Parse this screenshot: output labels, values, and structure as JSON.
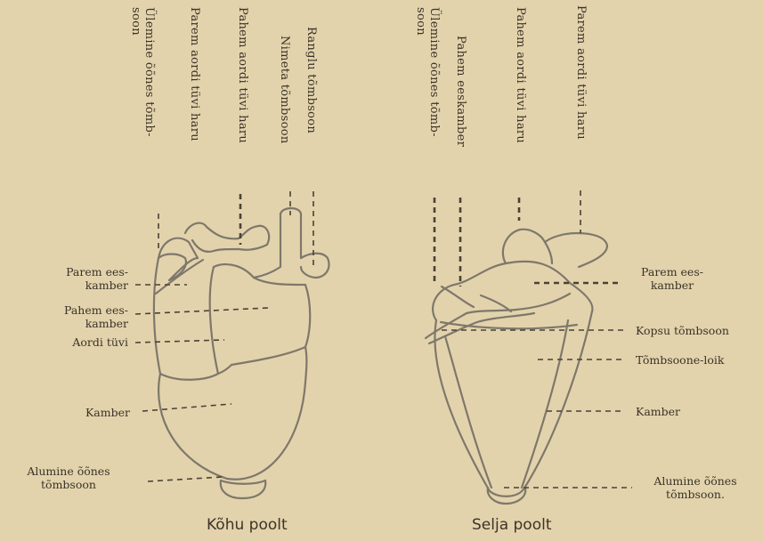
{
  "views": {
    "front": {
      "caption": "Kõhu poolt",
      "top_labels": [
        "Ülemine õõnes tõmb-\nsoon",
        "Parem aordi tüvi haru",
        "Pahem aordi tüvi haru",
        "Nimeta tõmbsoon",
        "Ranglu tõmbsoon"
      ],
      "side_labels": [
        "Parem ees-\nkamber",
        "Pahem ees-\nkamber",
        "Aordi tüvi",
        "Kamber",
        "Alumine õõnes\ntõmbsoon"
      ]
    },
    "back": {
      "caption": "Selja poolt",
      "top_labels": [
        "Ülemine õõnes tõmb-\nsoon",
        "Pahem eeskamber",
        "Pahem aordi tüvi haru",
        "Parem aordi tüvi haru"
      ],
      "side_labels": [
        "Parem ees-\nkamber",
        "Kopsu tõmbsoon",
        "Tõmbsoone-loik",
        "Kamber",
        "Alumine õõnes\ntõmbsoon."
      ]
    }
  }
}
